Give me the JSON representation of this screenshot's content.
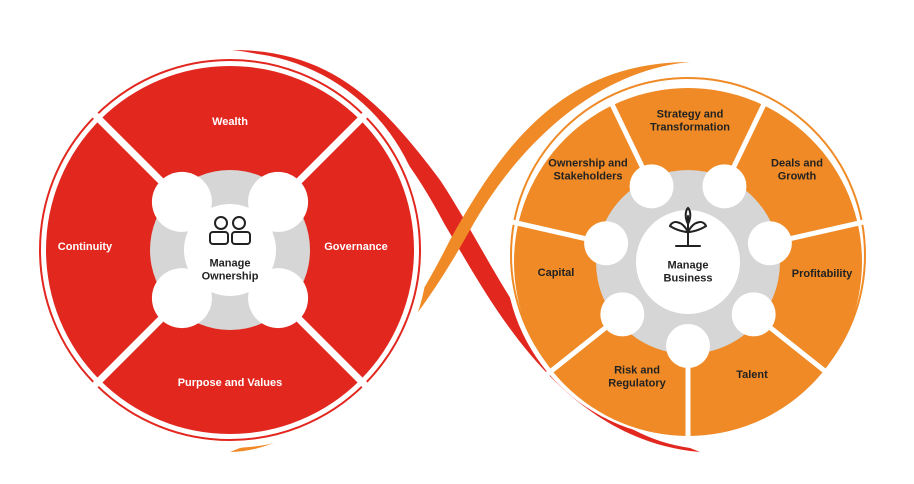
{
  "colors": {
    "red": "#e2271f",
    "orange": "#ef8a26",
    "hub": "#d6d6d6",
    "white": "#ffffff",
    "text_dark": "#222222"
  },
  "left": {
    "segments": [
      "Wealth",
      "Governance",
      "Purpose and Values",
      "Continuity"
    ],
    "center": [
      "Manage",
      "Ownership"
    ],
    "center_icon": "people-icon"
  },
  "right": {
    "segments": [
      [
        "Strategy and",
        "Transformation"
      ],
      [
        "Deals and",
        "Growth"
      ],
      [
        "Profitability"
      ],
      [
        "Talent"
      ],
      [
        "Risk and",
        "Regulatory"
      ],
      [
        "Capital"
      ],
      [
        "Ownership and",
        "Stakeholders"
      ]
    ],
    "center": [
      "Manage",
      "Business"
    ],
    "center_icon": "plant-icon"
  }
}
